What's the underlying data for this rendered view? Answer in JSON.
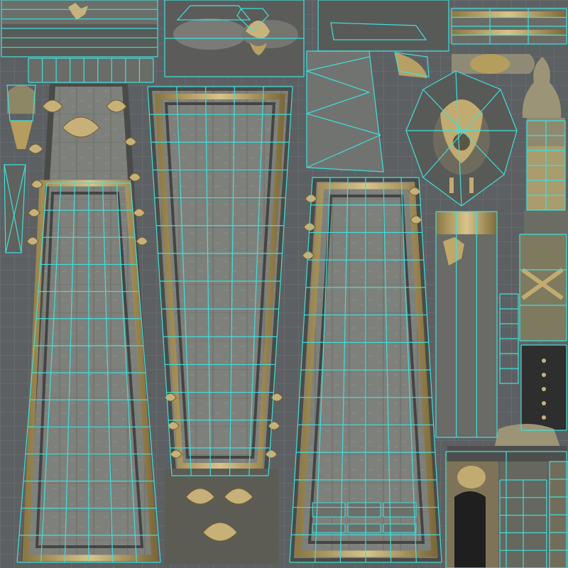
{
  "texture": {
    "kind": "uv-texture-atlas",
    "colors": {
      "background": "#5d6062",
      "grid": "#6f7376",
      "wireframe": "#3fe0dc",
      "stone": "#8a8c86",
      "stone_dark": "#5a5b57",
      "gold": "#bfa86a",
      "gold_dark": "#7d6a3a",
      "shadow": "#3b3c3a"
    },
    "islands": [
      "panel-left-tall",
      "panel-center-tall",
      "panel-right-tall",
      "cornice-top-left",
      "carved-relief-top",
      "bracket-top",
      "baluster-top-right",
      "wedge-strip",
      "cartouche-ornament",
      "column-shaft-right",
      "pilaster-strip",
      "filler-rect-1",
      "filler-rect-2",
      "filler-rect-3",
      "capital-block",
      "doorway-panel",
      "dark-ornament-panel",
      "small-cluster-left"
    ]
  }
}
